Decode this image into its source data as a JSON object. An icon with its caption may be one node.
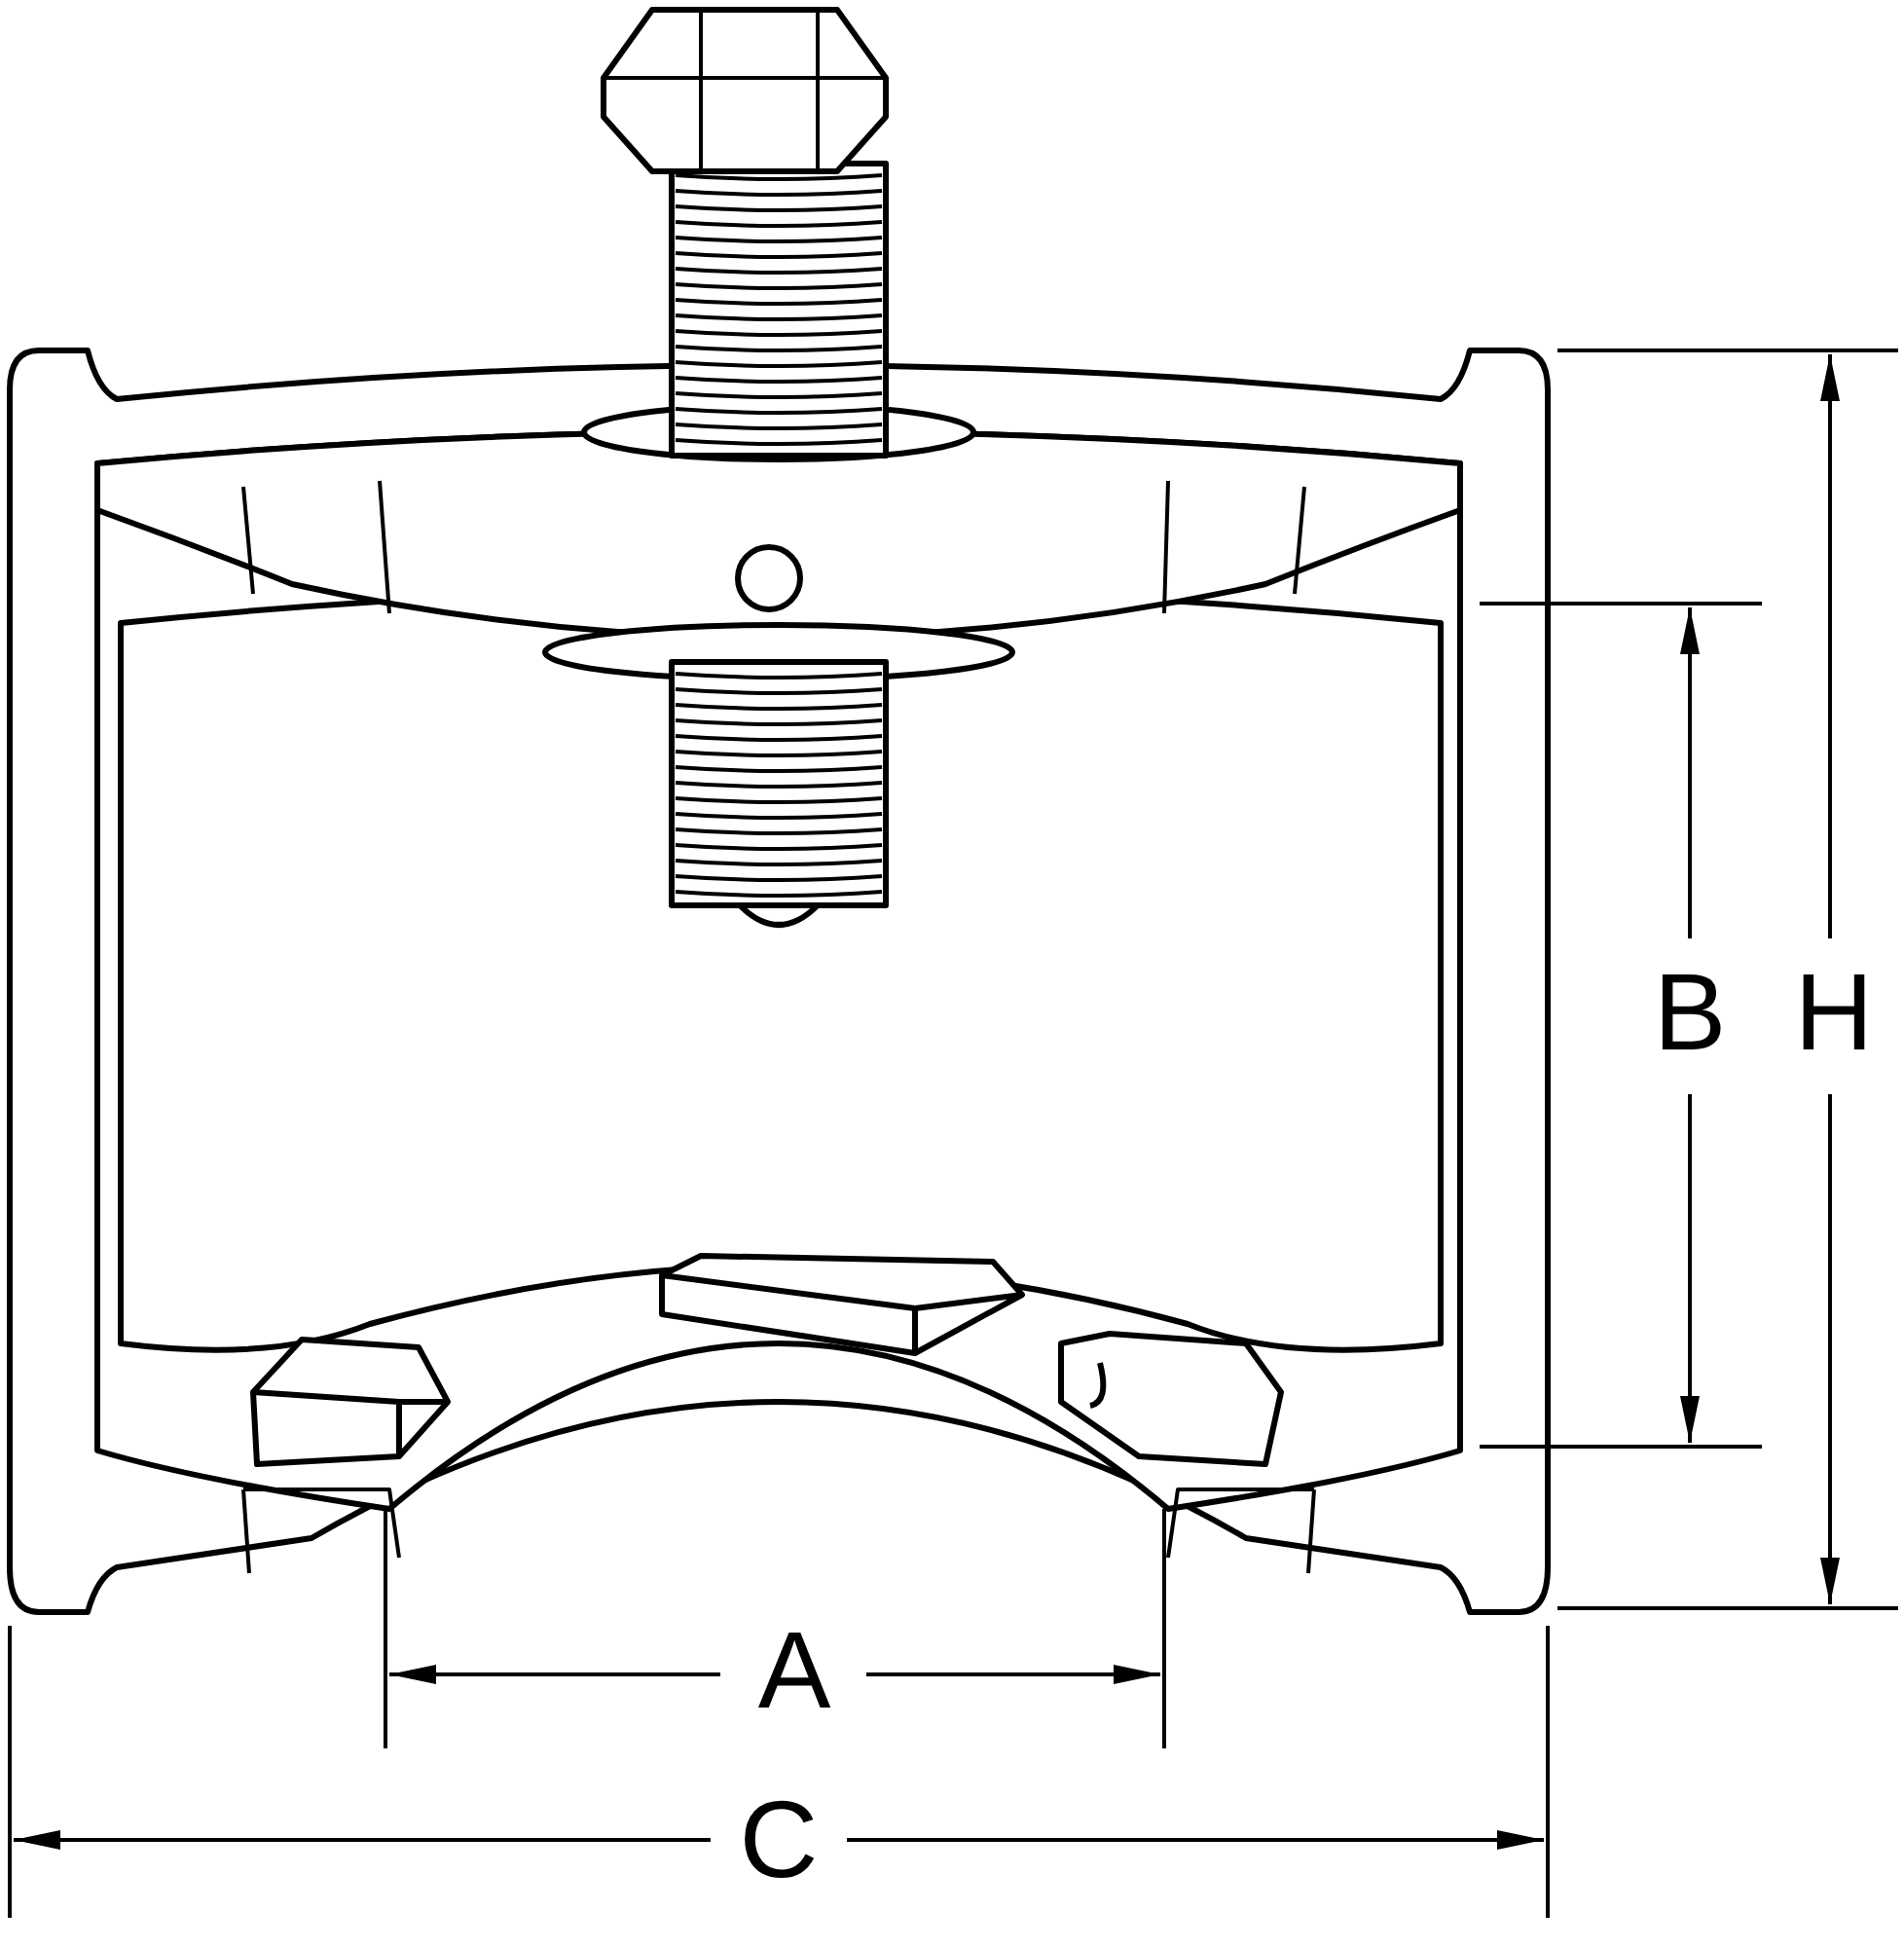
{
  "diagram": {
    "labels": [
      "B",
      "H",
      "A",
      "C"
    ]
  }
}
